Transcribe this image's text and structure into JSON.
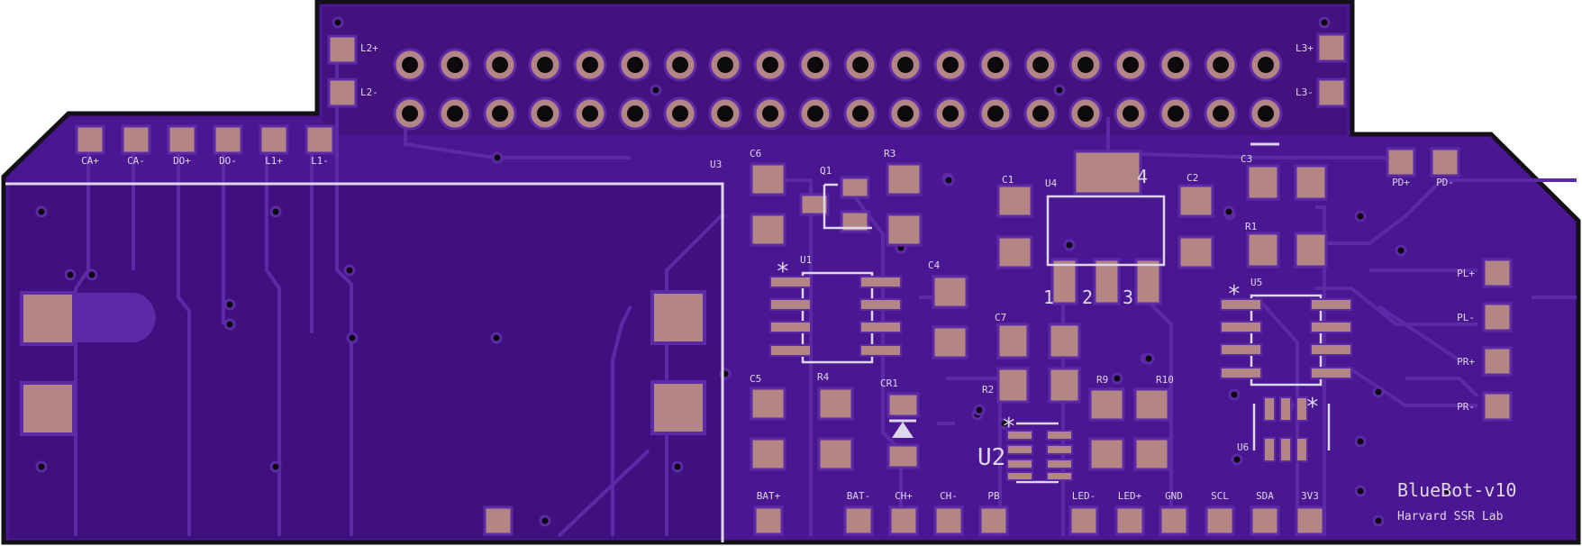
{
  "board": {
    "name": "BlueBot-v10",
    "organization": "Harvard SSR Lab"
  },
  "colors": {
    "board_edge": "#141018",
    "substrate": "#4a1691",
    "copper_pour": "#40107e",
    "trace": "#5d2aa7",
    "pad": "#b38585",
    "silkscreen": "#ded6ea",
    "hole": "#0d0a0e"
  },
  "header_top_left": [
    "L2+",
    "L2-"
  ],
  "header_top_right": [
    "L3+",
    "L3-"
  ],
  "pad_row_left": [
    "CA+",
    "CA-",
    "DO+",
    "DO-",
    "L1+",
    "L1-"
  ],
  "pad_row_right_top": [
    "PD+",
    "PD-"
  ],
  "pad_column_right": [
    "PL+",
    "PL-",
    "PR+",
    "PR-"
  ],
  "pad_row_bottom": [
    "BAT+",
    "BAT-",
    "CH+",
    "CH-",
    "PB",
    "LED-",
    "LED+",
    "GND",
    "SCL",
    "SDA",
    "3V3"
  ],
  "components": {
    "u3": "U3",
    "c6": "C6",
    "q1": "Q1",
    "r3": "R3",
    "u1": "U1",
    "c4": "C4",
    "c5": "C5",
    "r4": "R4",
    "cr1": "CR1",
    "c1": "C1",
    "u4": "U4",
    "u4_digit": "4",
    "c2": "C2",
    "c3": "C3",
    "r1": "R1",
    "u5": "U5",
    "c7": "C7",
    "r2": "R2",
    "r9": "R9",
    "r10": "R10",
    "u2": "U2",
    "u6": "U6",
    "pin1": "1",
    "pin2": "2",
    "pin3": "3",
    "star": "*"
  },
  "header_pin_columns": 20
}
